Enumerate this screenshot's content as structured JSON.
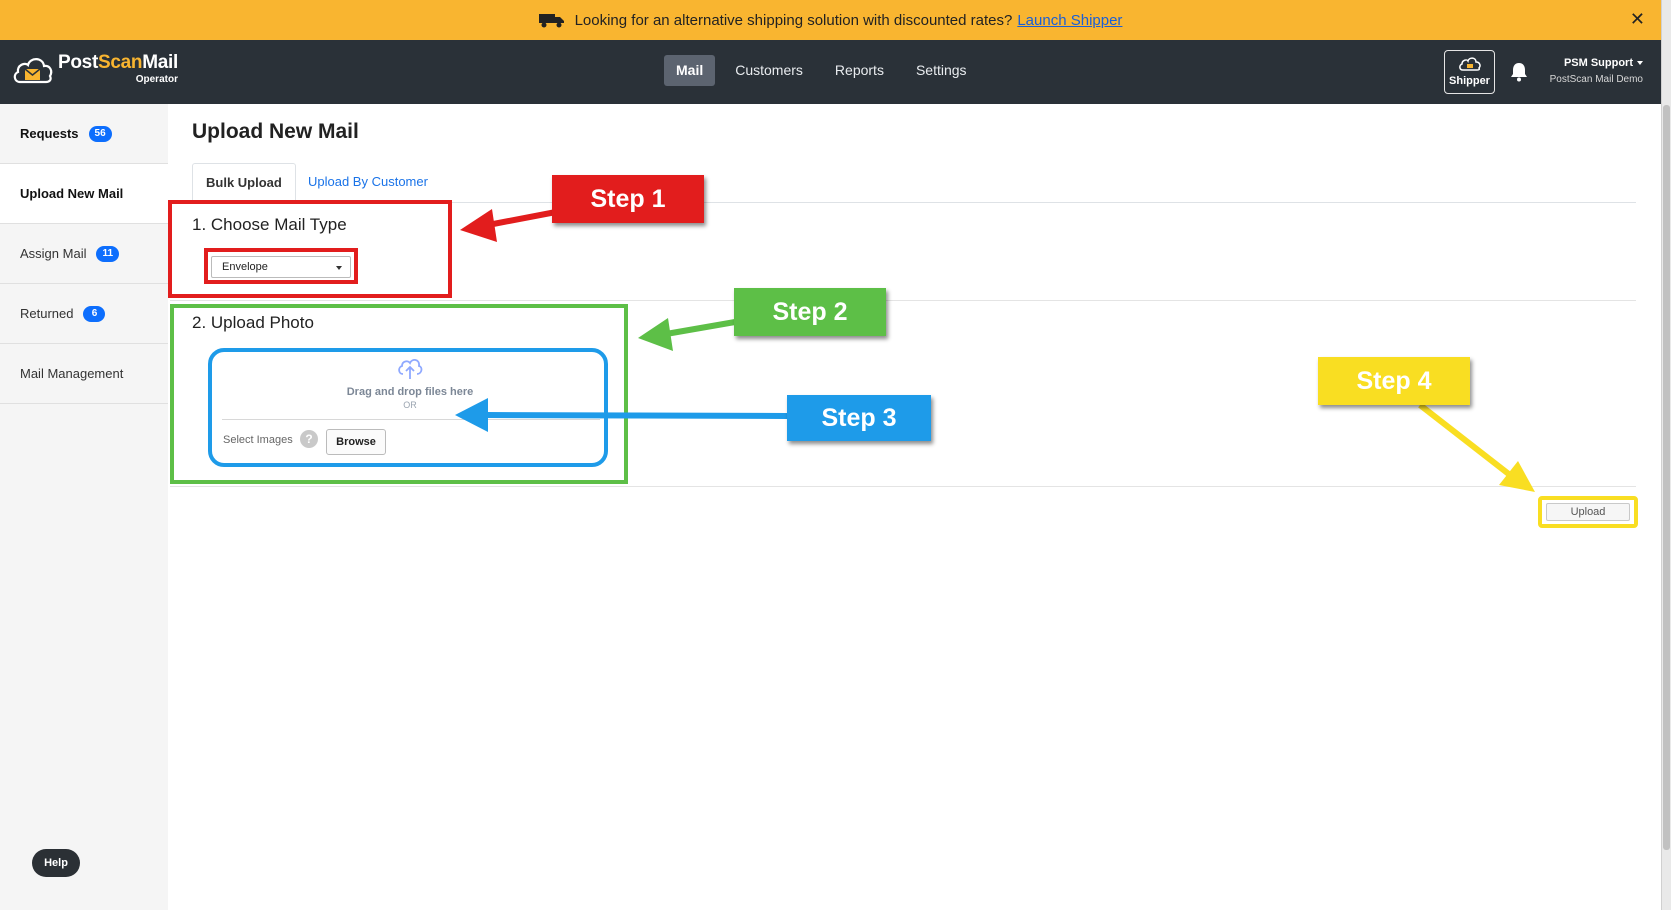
{
  "banner": {
    "text": "Looking for an alternative shipping solution with discounted rates?",
    "link": "Launch Shipper",
    "close": "✕"
  },
  "navbar": {
    "brand_post": "Post",
    "brand_scan": "Scan",
    "brand_mail": "Mail",
    "brand_sub": "Operator",
    "links": [
      "Mail",
      "Customers",
      "Reports",
      "Settings"
    ],
    "active_link": "Mail",
    "shipper_label": "Shipper",
    "user_name": "PSM Support",
    "user_org": "PostScan Mail Demo"
  },
  "sidebar": {
    "items": [
      {
        "label": "Requests",
        "badge": "56"
      },
      {
        "label": "Upload New Mail",
        "badge": ""
      },
      {
        "label": "Assign Mail",
        "badge": "11"
      },
      {
        "label": "Returned",
        "badge": "6"
      },
      {
        "label": "Mail Management",
        "badge": ""
      }
    ],
    "active": "Upload New Mail",
    "help_label": "Help"
  },
  "main": {
    "title": "Upload New Mail",
    "tabs": [
      "Bulk Upload",
      "Upload By Customer"
    ],
    "active_tab": "Bulk Upload",
    "section1_title": "1. Choose Mail Type",
    "mail_type_value": "Envelope",
    "section2_title": "2. Upload Photo",
    "drop_text": "Drag and drop files here",
    "drop_or": "OR",
    "select_images_label": "Select Images",
    "help_question": "?",
    "browse_label": "Browse",
    "upload_label": "Upload"
  },
  "annotations": {
    "step1": "Step 1",
    "step2": "Step 2",
    "step3": "Step 3",
    "step4": "Step 4"
  },
  "colors": {
    "banner": "#f9b530",
    "navbar": "#2a3138",
    "badge": "#0d6efd",
    "link": "#1a73e8",
    "step1": "#e21d1d",
    "step2": "#5dbf47",
    "step3": "#1e9be9",
    "step4": "#f9de22"
  }
}
